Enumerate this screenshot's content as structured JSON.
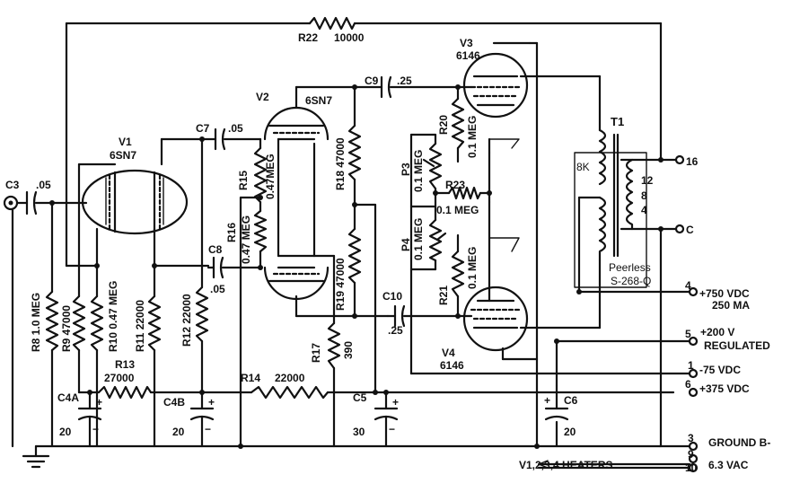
{
  "tubes": {
    "v1": {
      "name": "V1",
      "type": "6SN7"
    },
    "v2": {
      "name": "V2",
      "type": "6SN7"
    },
    "v3": {
      "name": "V3",
      "type": "6146"
    },
    "v4": {
      "name": "V4",
      "type": "6146"
    }
  },
  "resistors": {
    "r8": {
      "ref": "R8",
      "value": "1.0 MEG"
    },
    "r9": {
      "ref": "R9",
      "value": "47000"
    },
    "r10": {
      "ref": "R10",
      "value": "0.47 MEG"
    },
    "r11": {
      "ref": "R11",
      "value": "22000"
    },
    "r12": {
      "ref": "R12",
      "value": "22000"
    },
    "r13": {
      "ref": "R13",
      "value": "27000"
    },
    "r14": {
      "ref": "R14",
      "value": "22000"
    },
    "r15": {
      "ref": "R15",
      "value": "0.47MEG"
    },
    "r16": {
      "ref": "R16",
      "value": "0.47 MEG"
    },
    "r17": {
      "ref": "R17",
      "value": "390"
    },
    "r18": {
      "ref": "R18",
      "value": "47000"
    },
    "r19": {
      "ref": "R19",
      "value": "47000"
    },
    "r20": {
      "ref": "R20",
      "value": "0.1 MEG"
    },
    "r21": {
      "ref": "R21",
      "value": "0.1 MEG"
    },
    "r22": {
      "ref": "R22",
      "value": "10000"
    },
    "r23": {
      "ref": "R23",
      "value": "0.1 MEG"
    }
  },
  "pots": {
    "p3": {
      "ref": "P3",
      "value": "0.1 MEG"
    },
    "p4": {
      "ref": "P4",
      "value": "0.1 MEG"
    }
  },
  "capacitors": {
    "c3": {
      "ref": "C3",
      "value": ".05"
    },
    "c4a": {
      "ref": "C4A",
      "value": "20"
    },
    "c4b": {
      "ref": "C4B",
      "value": "20"
    },
    "c5": {
      "ref": "C5",
      "value": "30"
    },
    "c6": {
      "ref": "C6",
      "value": "20"
    },
    "c7": {
      "ref": "C7",
      "value": ".05"
    },
    "c8": {
      "ref": "C8",
      "value": ".05"
    },
    "c9": {
      "ref": "C9",
      "value": ".25"
    },
    "c10": {
      "ref": "C10",
      "value": ".25"
    }
  },
  "transformer": {
    "ref": "T1",
    "primary": "8K",
    "taps": [
      "16",
      "12",
      "8",
      "4",
      "C"
    ],
    "maker_line1": "Peerless",
    "maker_line2": "S-268-Q"
  },
  "polarity": {
    "plus": "+",
    "minus": "−"
  },
  "terminals": [
    {
      "pin": "4",
      "label": "+750 VDC",
      "sub": "250 MA"
    },
    {
      "pin": "5",
      "label": "+200 V",
      "sub": "REGULATED"
    },
    {
      "pin": "1",
      "label": "-75 VDC",
      "sub": ""
    },
    {
      "pin": "6",
      "label": "+375 VDC",
      "sub": ""
    },
    {
      "pin": "3",
      "label": "GROUND B-",
      "sub": ""
    },
    {
      "pin": "9",
      "label": "",
      "sub": ""
    },
    {
      "pin": "10",
      "label": "6.3 VAC",
      "sub": ""
    }
  ],
  "heaters_label": "V1,2,3,4 HEATERS"
}
